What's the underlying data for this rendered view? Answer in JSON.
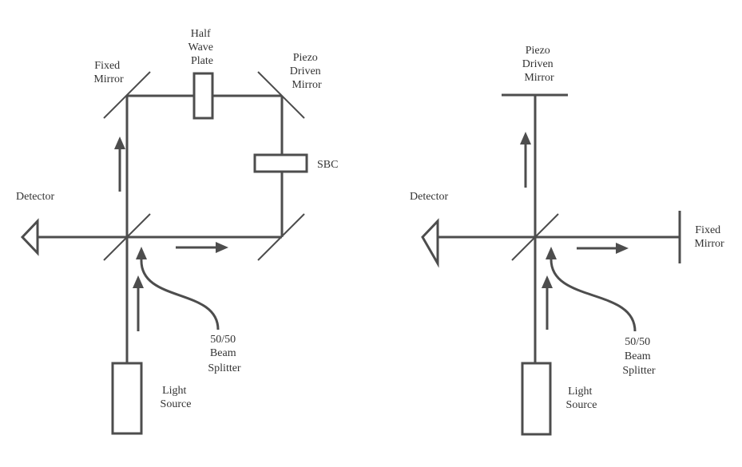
{
  "left_diagram": {
    "half_wave_plate": [
      "Half",
      "Wave",
      "Plate"
    ],
    "fixed_mirror": [
      "Fixed",
      "Mirror"
    ],
    "piezo_mirror": [
      "Piezo",
      "Driven",
      "Mirror"
    ],
    "sbc": "SBC",
    "detector": "Detector",
    "beam_splitter": [
      "50/50",
      "Beam",
      "Splitter"
    ],
    "light_source": [
      "Light",
      "Source"
    ]
  },
  "right_diagram": {
    "piezo_mirror": [
      "Piezo",
      "Driven",
      "Mirror"
    ],
    "detector": "Detector",
    "fixed_mirror": [
      "Fixed",
      "Mirror"
    ],
    "beam_splitter": [
      "50/50",
      "Beam",
      "Splitter"
    ],
    "light_source": [
      "Light",
      "Source"
    ]
  },
  "colors": {
    "stroke": "#4d4d4d",
    "text": "#333333",
    "background": "#ffffff"
  }
}
